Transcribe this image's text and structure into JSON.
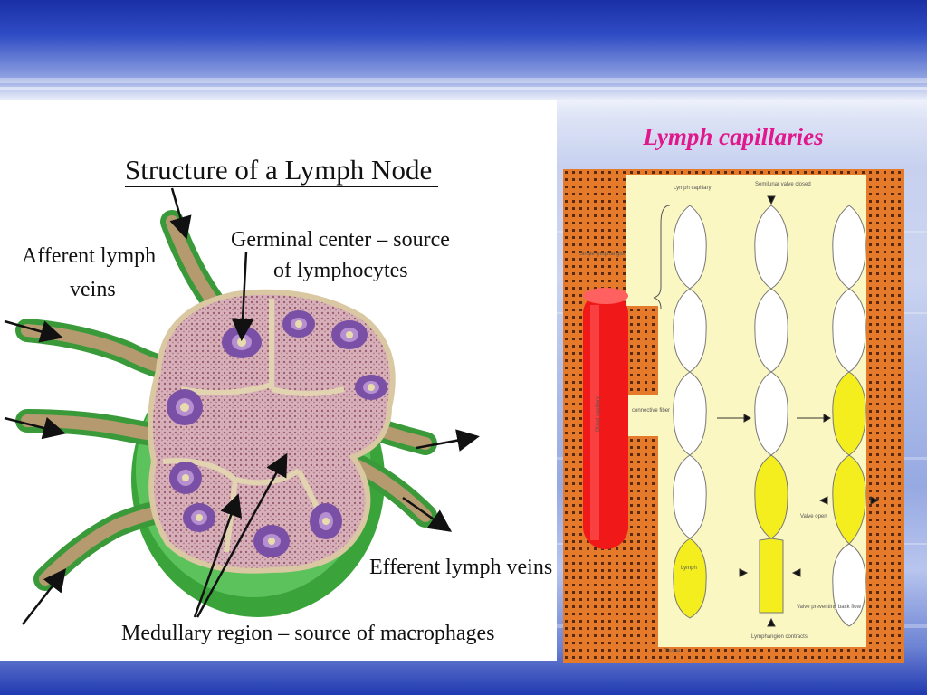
{
  "left_diagram": {
    "title": "Structure of a Lymph Node",
    "labels": {
      "afferent_line1": "Afferent lymph",
      "afferent_line2": "veins",
      "germinal_line1": "Germinal center – source",
      "germinal_line2": "of lymphocytes",
      "efferent": "Efferent lymph veins",
      "medullary": "Medullary region – source of macrophages"
    }
  },
  "right_diagram": {
    "title": "Lymph capillaries",
    "labels": {
      "lymph_capillary": "Lymph capillary",
      "semilunar": "Semilunar valve closed",
      "lymphangion": "Single lymphangion",
      "blood_capillary": "Blood capillary",
      "connective_fiber": "connective fiber",
      "lymph": "Lymph",
      "valve_open": "Valve open",
      "valve_prevent": "Valve preventing back flow",
      "lymphangion_contracts": "Lymphangion contracts",
      "tissue": "Tissue"
    }
  },
  "colors": {
    "title_pink": "#e0188c",
    "node_pink": "#c79aa6",
    "capsule_green": "#3aa33a",
    "germinal_purple": "#7a4fa6",
    "grid_orange": "#e57a2a",
    "panel_yellow": "#fbf7c2",
    "blood_red": "#f01818",
    "lymph_yellow": "#f5ee1e"
  }
}
